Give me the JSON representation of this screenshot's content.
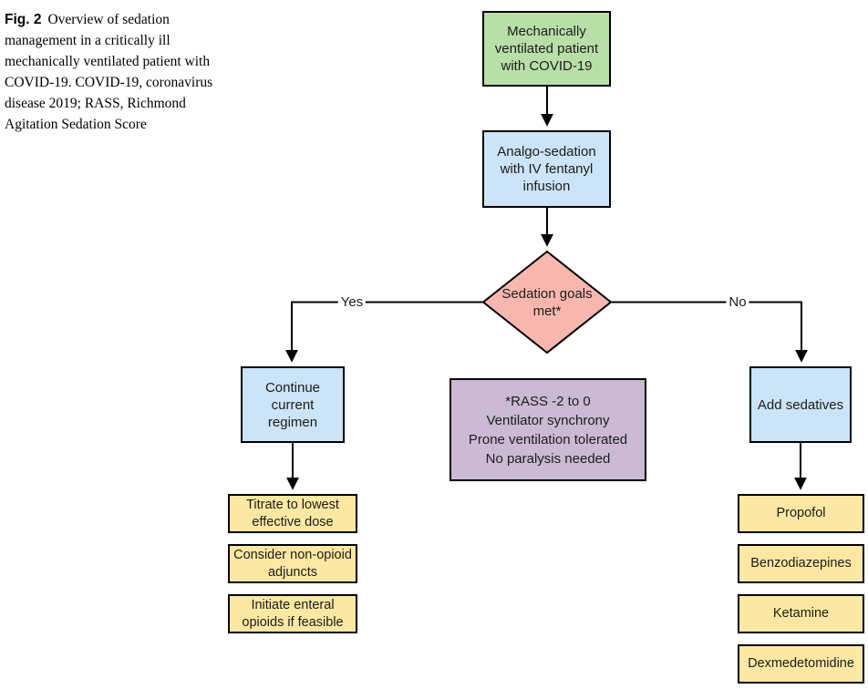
{
  "caption": {
    "label": "Fig. 2",
    "text": "Overview of sedation management in a critically ill mechanically ventilated patient with COVID-19. COVID-19, coronavirus disease 2019; RASS, Richmond Agitation Sedation Score"
  },
  "colors": {
    "start_green": "#b9dfa9",
    "process_blue": "#cbe4f7",
    "decision_pink": "#f8b7ae",
    "note_purple": "#ccbad4",
    "action_yellow": "#fce8a2",
    "line_black": "#000000"
  },
  "flowchart": {
    "start": "Mechanically ventilated patient with COVID-19",
    "analgo_sedation": "Analgo-sedation with IV fentanyl infusion",
    "decision": "Sedation goals met*",
    "yes_label": "Yes",
    "no_label": "No",
    "continue_regimen": "Continue current regimen",
    "add_sedatives": "Add sedatives",
    "note_lines": [
      "*RASS -2 to 0",
      "Ventilator synchrony",
      "Prone ventilation tolerated",
      "No paralysis needed"
    ],
    "yes_actions": [
      "Titrate to lowest effective dose",
      "Consider non-opioid adjuncts",
      "Initiate enteral opioids if feasible"
    ],
    "no_sedatives": [
      "Propofol",
      "Benzodiazepines",
      "Ketamine",
      "Dexmedetomidine"
    ]
  }
}
